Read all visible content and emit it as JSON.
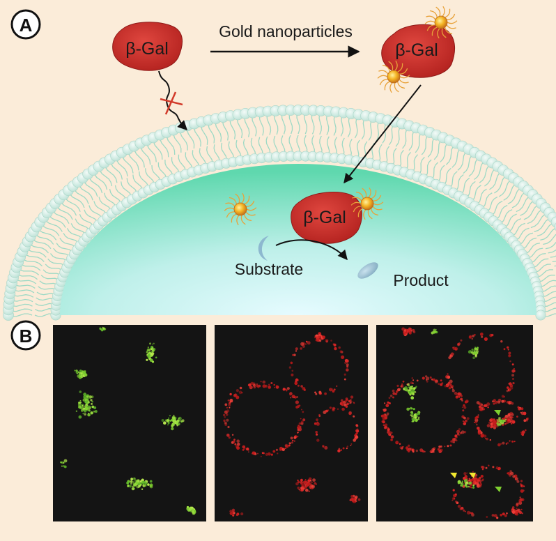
{
  "panel_a": {
    "badge": "A",
    "enzyme_free": "β-Gal",
    "arrow_label": "Gold nanoparticles",
    "enzyme_conjugated": "β-Gal",
    "enzyme_internalized": "β-Gal",
    "substrate": "Substrate",
    "product": "Product"
  },
  "panel_b": {
    "badge": "B",
    "channels": [
      "green",
      "red",
      "merged"
    ]
  },
  "colors": {
    "background": "#fbecd9",
    "enzyme": "#c8302e",
    "membrane_head": "#d9f0ea",
    "cytoplasm": "#7fe0c0",
    "nanoparticle": "#f0a020",
    "micro_bg": "#141414",
    "green_signal": "#7fd030",
    "red_signal": "#e02828"
  }
}
